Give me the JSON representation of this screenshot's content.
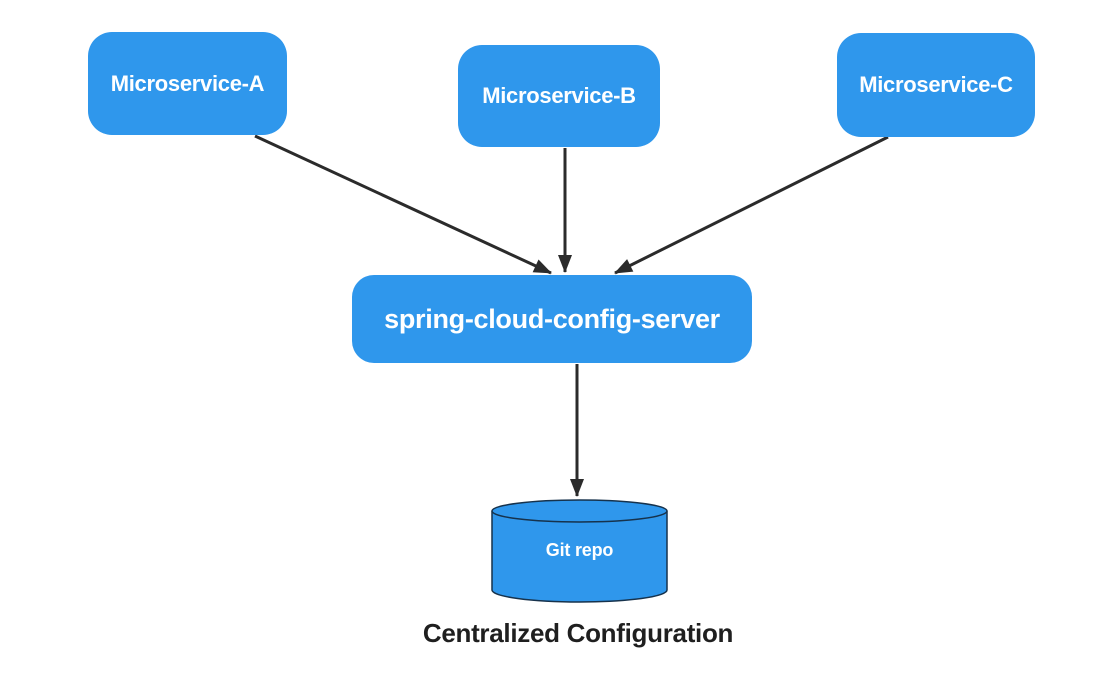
{
  "diagram": {
    "title": "Centralized Configuration",
    "colors": {
      "node_fill": "#2F97EC",
      "node_text": "#FFFFFF",
      "arrow": "#2B2B2B",
      "cylinder_stroke": "#16324C",
      "title_text": "#1F1F1F",
      "background": "#FFFFFF"
    },
    "nodes": {
      "microservice_a": {
        "label": "Microservice-A",
        "shape": "rounded-rect"
      },
      "microservice_b": {
        "label": "Microservice-B",
        "shape": "rounded-rect"
      },
      "microservice_c": {
        "label": "Microservice-C",
        "shape": "rounded-rect"
      },
      "config_server": {
        "label": "spring-cloud-config-server",
        "shape": "rounded-rect"
      },
      "git_repo": {
        "label": "Git repo",
        "shape": "cylinder"
      }
    },
    "edges": [
      {
        "from": "microservice_a",
        "to": "config_server"
      },
      {
        "from": "microservice_b",
        "to": "config_server"
      },
      {
        "from": "microservice_c",
        "to": "config_server"
      },
      {
        "from": "config_server",
        "to": "git_repo"
      }
    ]
  }
}
